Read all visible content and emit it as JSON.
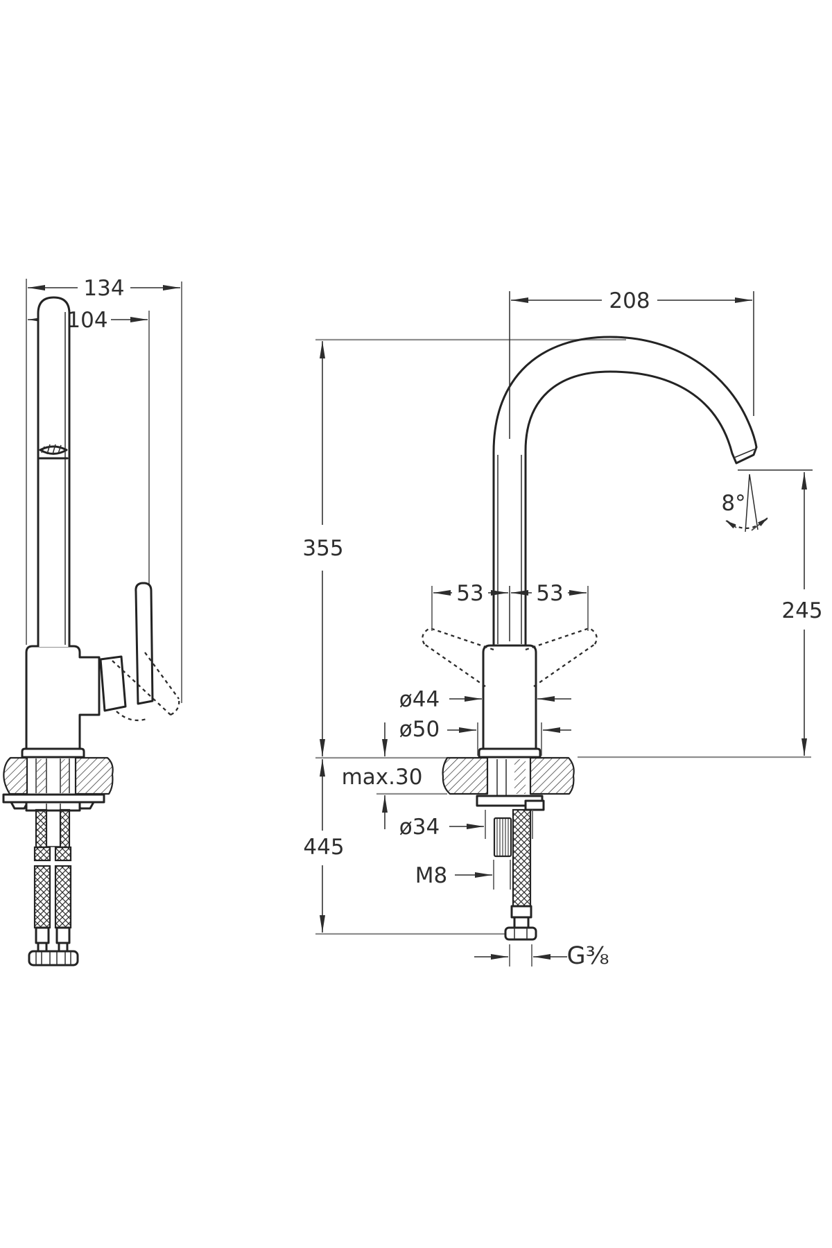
{
  "drawing": {
    "description": "faucet-dimension-drawing",
    "colors": {
      "background": "#ffffff",
      "outline": "#232323",
      "dimension": "#4a4a4a",
      "reference": "#8d8d8d",
      "text": "#2e2e2e"
    },
    "side_view": {
      "dims": {
        "overall_depth": "134",
        "spout_depth": "104"
      }
    },
    "front_view": {
      "dims": {
        "spout_reach": "208",
        "height_to_spout_top": "355",
        "outlet_height": "245",
        "handle_swing_left": "53",
        "handle_swing_right": "53",
        "outlet_angle": "8°",
        "body_diameter": "ø44",
        "base_diameter": "ø50",
        "max_counter_thickness": "max.30",
        "below_counter_length": "445",
        "hole_diameter": "ø34",
        "fixing_thread": "M8",
        "hose_connection": "G⅜"
      }
    }
  }
}
